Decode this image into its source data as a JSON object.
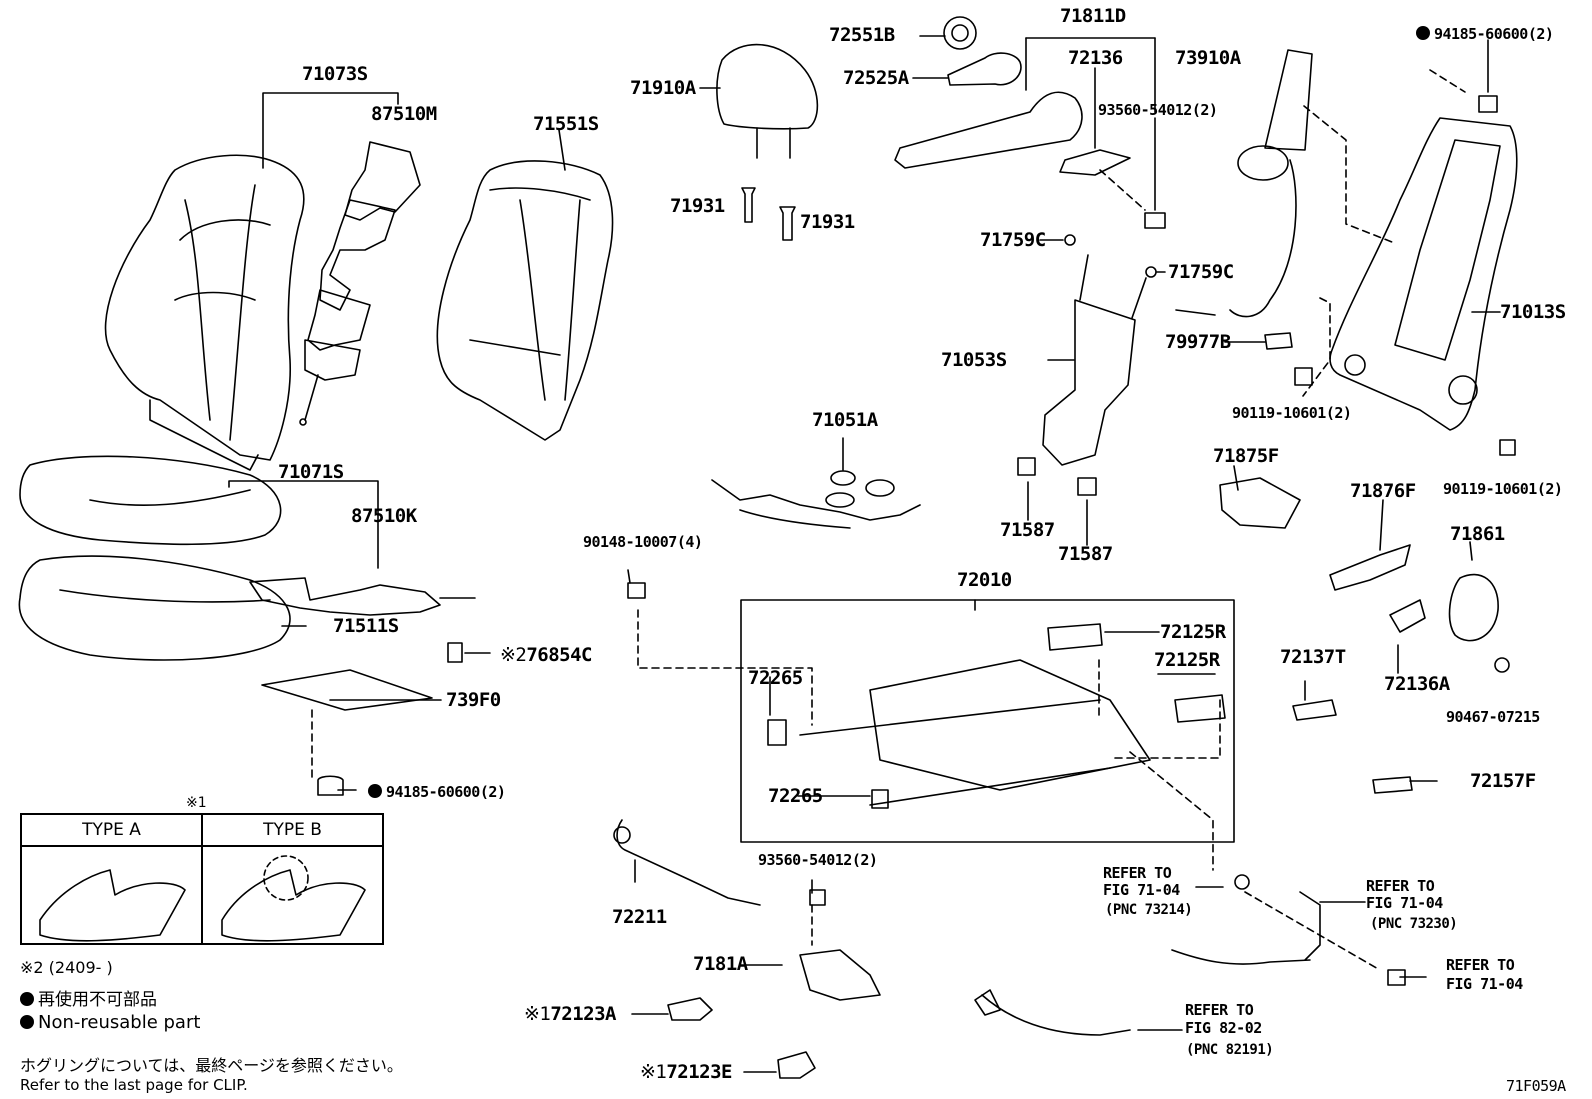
{
  "parts": {
    "p71073S": "71073S",
    "p87510M": "87510M",
    "p71551S": "71551S",
    "p71910A": "71910A",
    "p71931a": "71931",
    "p71931b": "71931",
    "p72551B": "72551B",
    "p72525A": "72525A",
    "p71811D": "71811D",
    "p72136": "72136",
    "p93560_54012_top": "93560-54012(2)",
    "p73910A": "73910A",
    "p94185_60600_top": "94185-60600(2)",
    "p71759C_a": "71759C",
    "p71759C_b": "71759C",
    "p71053S": "71053S",
    "p79977B": "79977B",
    "p71013S": "71013S",
    "p90119_a": "90119-10601(2)",
    "p90119_b": "90119-10601(2)",
    "p71051A": "71051A",
    "p71875F": "71875F",
    "p71587a": "71587",
    "p71587b": "71587",
    "p71876F": "71876F",
    "p71861": "71861",
    "p71071S": "71071S",
    "p87510K": "87510K",
    "p71511S": "71511S",
    "p90148": "90148-10007(4)",
    "p72010": "72010",
    "p72125R_a": "72125R",
    "p72125R_b": "72125R",
    "p72265_a": "72265",
    "p72265_b": "72265",
    "p72137T": "72137T",
    "p72136A": "72136A",
    "p90467": "90467-07215",
    "p72157F": "72157F",
    "p76854C": "76854C",
    "p739F0": "739F0",
    "p94185_60600_bot": "94185-60600(2)",
    "p72211": "72211",
    "p93560_54012_bot": "93560-54012(2)",
    "p7181A": "7181A",
    "p72123A": "72123A",
    "p72123E": "72123E"
  },
  "refs": {
    "r1_a": "REFER TO",
    "r1_b": "FIG 71-04",
    "r1_c": "(PNC 73214)",
    "r2_a": "REFER TO",
    "r2_b": "FIG 71-04",
    "r2_c": "(PNC 73230)",
    "r3_a": "REFER TO",
    "r3_b": "FIG 71-04",
    "r4_a": "REFER TO",
    "r4_b": "FIG 82-02",
    "r4_c": "(PNC 82191)"
  },
  "marks": {
    "note1_mark": "※1",
    "note2_mark": "※2",
    "legend_note1": "※1",
    "legend_note2": "※2 (2409-        )"
  },
  "legend": {
    "type_a": "TYPE A",
    "type_b": "TYPE B",
    "nonreusable_jp": "再使用不可部品",
    "nonreusable_en": "Non-reusable part",
    "clip_jp": "ホグリングについては、最終ページを参照ください。",
    "clip_en": "Refer to the last page for CLIP."
  },
  "figure_id": "71F059A"
}
